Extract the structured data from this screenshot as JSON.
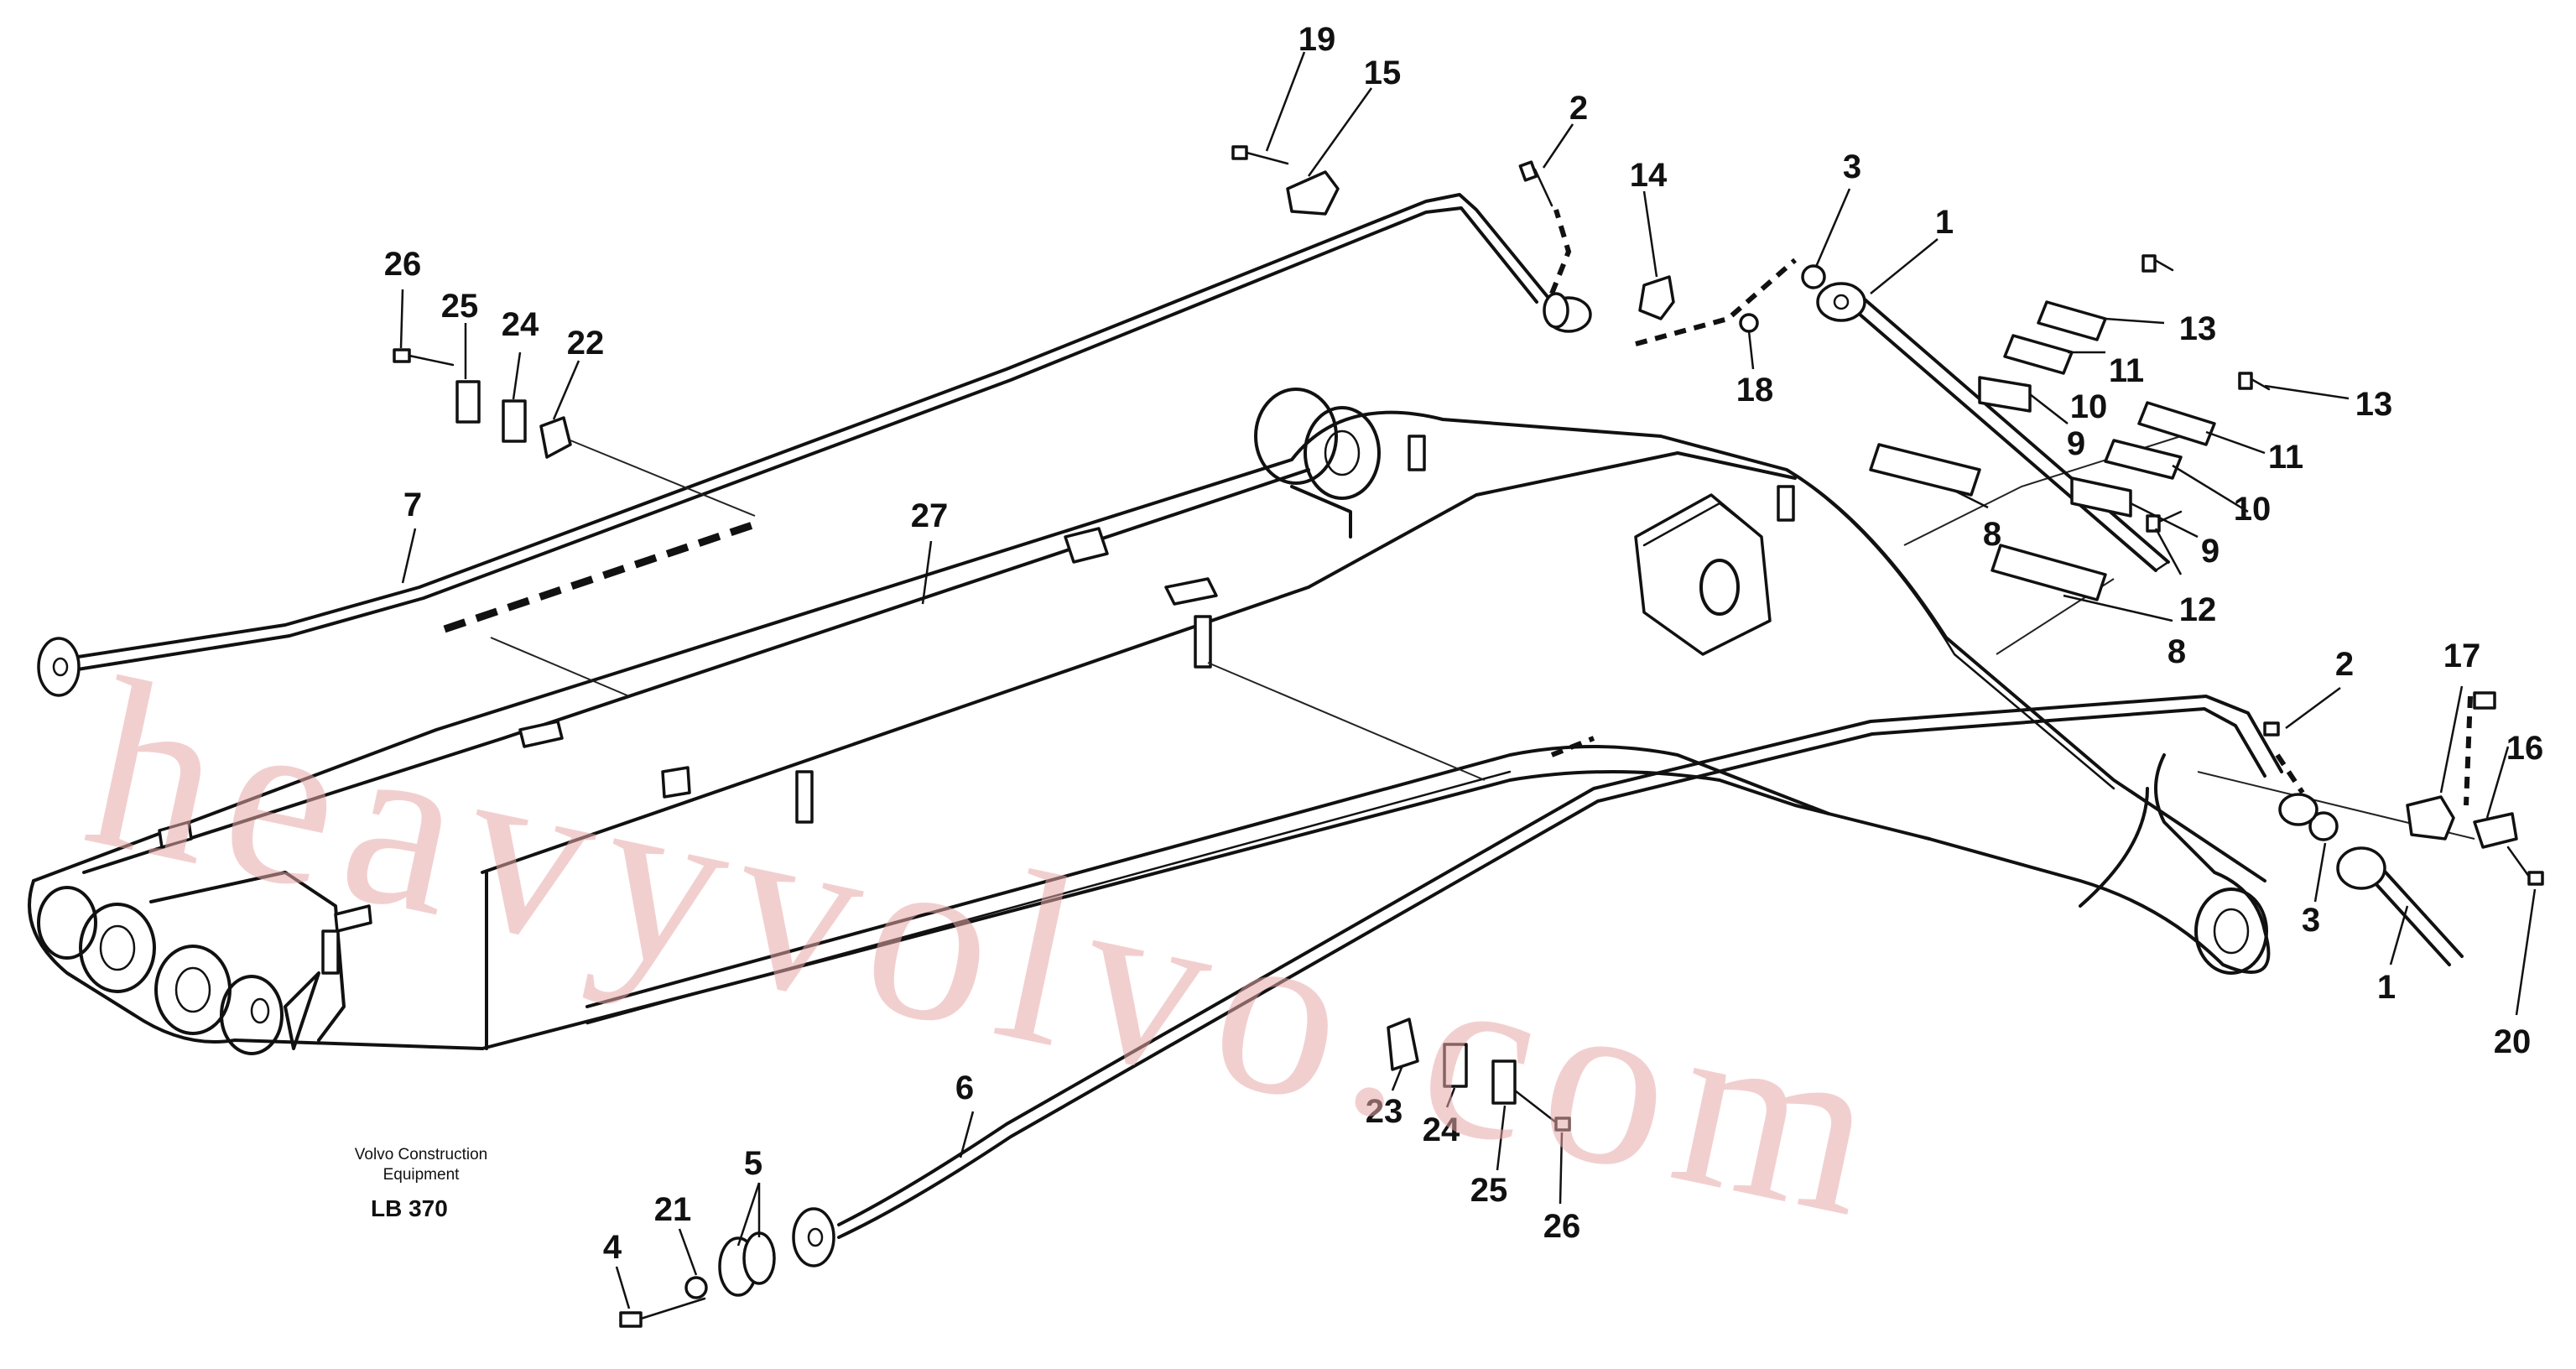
{
  "credit": {
    "line1": "Volvo Construction",
    "line2": "Equipment",
    "code": "LB 370"
  },
  "watermark": "heavyvolvo.com",
  "callouts": {
    "c1a": "1",
    "c1b": "1",
    "c2a": "2",
    "c2b": "2",
    "c3a": "3",
    "c3b": "3",
    "c4": "4",
    "c5": "5",
    "c6": "6",
    "c7": "7",
    "c8a": "8",
    "c8b": "8",
    "c9a": "9",
    "c9b": "9",
    "c10a": "10",
    "c10b": "10",
    "c11a": "11",
    "c11b": "11",
    "c12": "12",
    "c13a": "13",
    "c13b": "13",
    "c14": "14",
    "c15": "15",
    "c16": "16",
    "c17": "17",
    "c18": "18",
    "c19": "19",
    "c20": "20",
    "c21": "21",
    "c22": "22",
    "c23": "23",
    "c24a": "24",
    "c24b": "24",
    "c25a": "25",
    "c25b": "25",
    "c26a": "26",
    "c26b": "26",
    "c27": "27"
  }
}
